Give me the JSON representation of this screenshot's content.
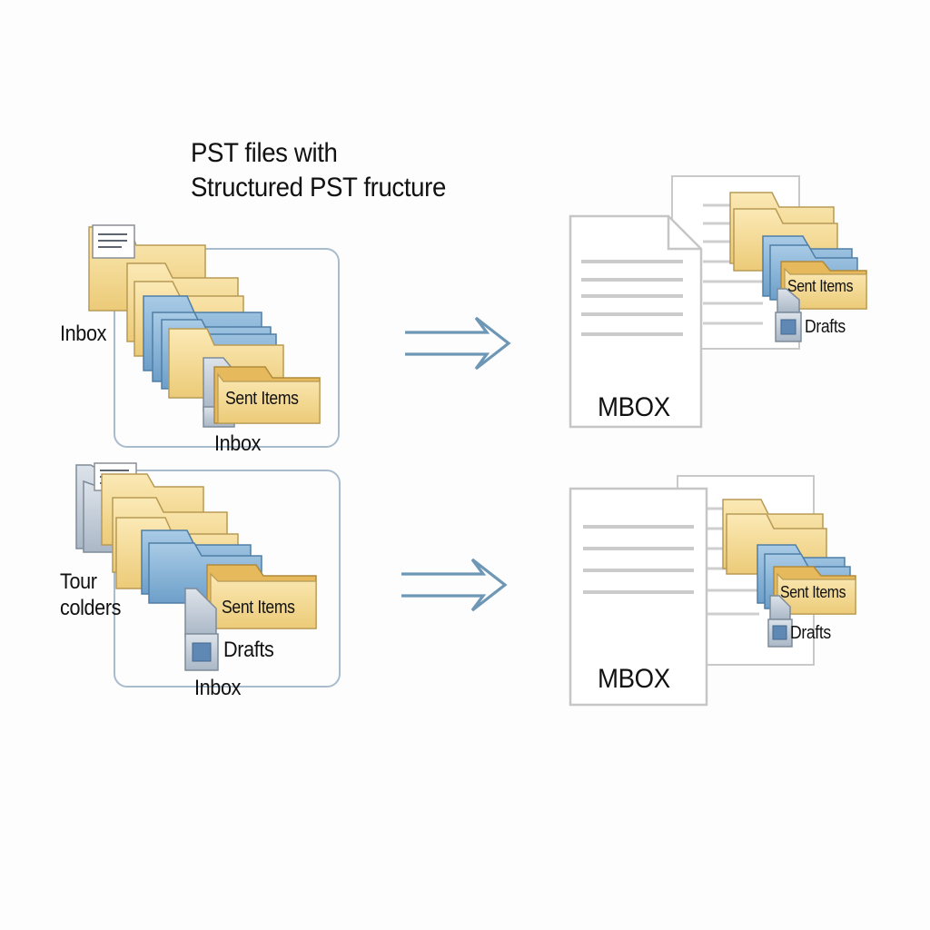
{
  "title": {
    "line1": "PST files with",
    "line2": "Structured PST fructure"
  },
  "left_top": {
    "side_label": "Inbox",
    "folder_label": "Sent Items",
    "bottom_label": "Inbox"
  },
  "left_bottom": {
    "side_label_line1": "Tour",
    "side_label_line2": "colders",
    "folder_label": "Sent Items",
    "drafts_label": "Drafts",
    "bottom_label": "Inbox"
  },
  "right_top": {
    "doc_label": "MBOX",
    "folder_label": "Sent Items",
    "drafts_label": "Drafts"
  },
  "right_bottom": {
    "doc_label": "MBOX",
    "folder_label": "Sent Items",
    "drafts_label": "Drafts"
  },
  "colors": {
    "folder_yellow": "#f3d58a",
    "folder_blue": "#7fb0d8",
    "outline": "#9eb3c8",
    "arrow": "#6e97b6",
    "doc_border": "#c8c8c8"
  }
}
